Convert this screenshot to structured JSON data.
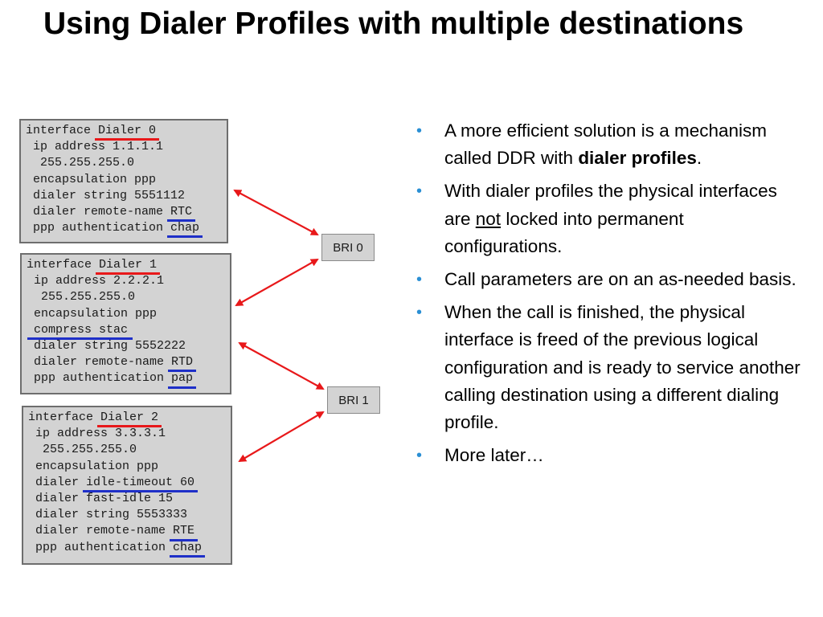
{
  "title": "Using Dialer Profiles with multiple destinations",
  "config_box_0": {
    "lines": [
      {
        "pre": "interface ",
        "u": "Dialer 0",
        "u_color": "red",
        "post": ""
      },
      {
        "pre": " ip address 1.1.1.1",
        "u": "",
        "u_color": "",
        "post": ""
      },
      {
        "pre": "  255.255.255.0",
        "u": "",
        "u_color": "",
        "post": ""
      },
      {
        "pre": " encapsulation ppp",
        "u": "",
        "u_color": "",
        "post": ""
      },
      {
        "pre": " dialer string 5551112",
        "u": "",
        "u_color": "",
        "post": ""
      },
      {
        "pre": " dialer remote-name ",
        "u": "RTC",
        "u_color": "blue",
        "post": ""
      },
      {
        "pre": " ppp authentication ",
        "u": "chap",
        "u_color": "blue",
        "post": ""
      }
    ]
  },
  "config_box_1": {
    "lines": [
      {
        "pre": "interface ",
        "u": "Dialer 1",
        "u_color": "red",
        "post": ""
      },
      {
        "pre": " ip address 2.2.2.1",
        "u": "",
        "u_color": "",
        "post": ""
      },
      {
        "pre": "  255.255.255.0",
        "u": "",
        "u_color": "",
        "post": ""
      },
      {
        "pre": " encapsulation ppp",
        "u": "",
        "u_color": "",
        "post": ""
      },
      {
        "pre": " ",
        "u": "compress stac",
        "u_color": "blue",
        "post": ""
      },
      {
        "pre": " dialer string 5552222",
        "u": "",
        "u_color": "",
        "post": ""
      },
      {
        "pre": " dialer remote-name ",
        "u": "RTD",
        "u_color": "blue",
        "post": ""
      },
      {
        "pre": " ppp authentication ",
        "u": "pap",
        "u_color": "blue",
        "post": ""
      }
    ]
  },
  "config_box_2": {
    "lines": [
      {
        "pre": "interface ",
        "u": "Dialer 2",
        "u_color": "red",
        "post": ""
      },
      {
        "pre": " ip address 3.3.3.1",
        "u": "",
        "u_color": "",
        "post": ""
      },
      {
        "pre": "  255.255.255.0",
        "u": "",
        "u_color": "",
        "post": ""
      },
      {
        "pre": " encapsulation ppp",
        "u": "",
        "u_color": "",
        "post": ""
      },
      {
        "pre": " dialer ",
        "u": "idle-timeout 60",
        "u_color": "blue",
        "post": ""
      },
      {
        "pre": " dialer fast-idle 15",
        "u": "",
        "u_color": "",
        "post": ""
      },
      {
        "pre": " dialer string 5553333",
        "u": "",
        "u_color": "",
        "post": ""
      },
      {
        "pre": " dialer remote-name ",
        "u": "RTE",
        "u_color": "blue",
        "post": ""
      },
      {
        "pre": " ppp authentication ",
        "u": "chap",
        "u_color": "blue",
        "post": ""
      }
    ]
  },
  "interfaces": {
    "bri0": "BRI 0",
    "bri1": "BRI 1"
  },
  "colors": {
    "arrow": "#e8181a",
    "underline_red": "#e8181a",
    "underline_blue": "#1e2fc8",
    "bullet": "#2a8fd4",
    "box_bg": "#d3d3d3"
  },
  "bullets": [
    {
      "parts": [
        {
          "t": "A more efficient solution is a mechanism called DDR with ",
          "s": ""
        },
        {
          "t": "dialer profiles",
          "s": "b"
        },
        {
          "t": ".",
          "s": ""
        }
      ]
    },
    {
      "parts": [
        {
          "t": "With dialer profiles the physical interfaces are ",
          "s": ""
        },
        {
          "t": "not",
          "s": "u"
        },
        {
          "t": " locked into permanent configurations.",
          "s": ""
        }
      ]
    },
    {
      "parts": [
        {
          "t": "Call parameters are on an as-needed basis.",
          "s": ""
        }
      ]
    },
    {
      "parts": [
        {
          "t": "When the call is finished, the physical interface is freed of the previous logical configuration and is ready to service another calling destination using a different dialing profile.",
          "s": ""
        }
      ]
    },
    {
      "parts": [
        {
          "t": "More later…",
          "s": ""
        }
      ]
    }
  ],
  "bullet_glyph": "•"
}
